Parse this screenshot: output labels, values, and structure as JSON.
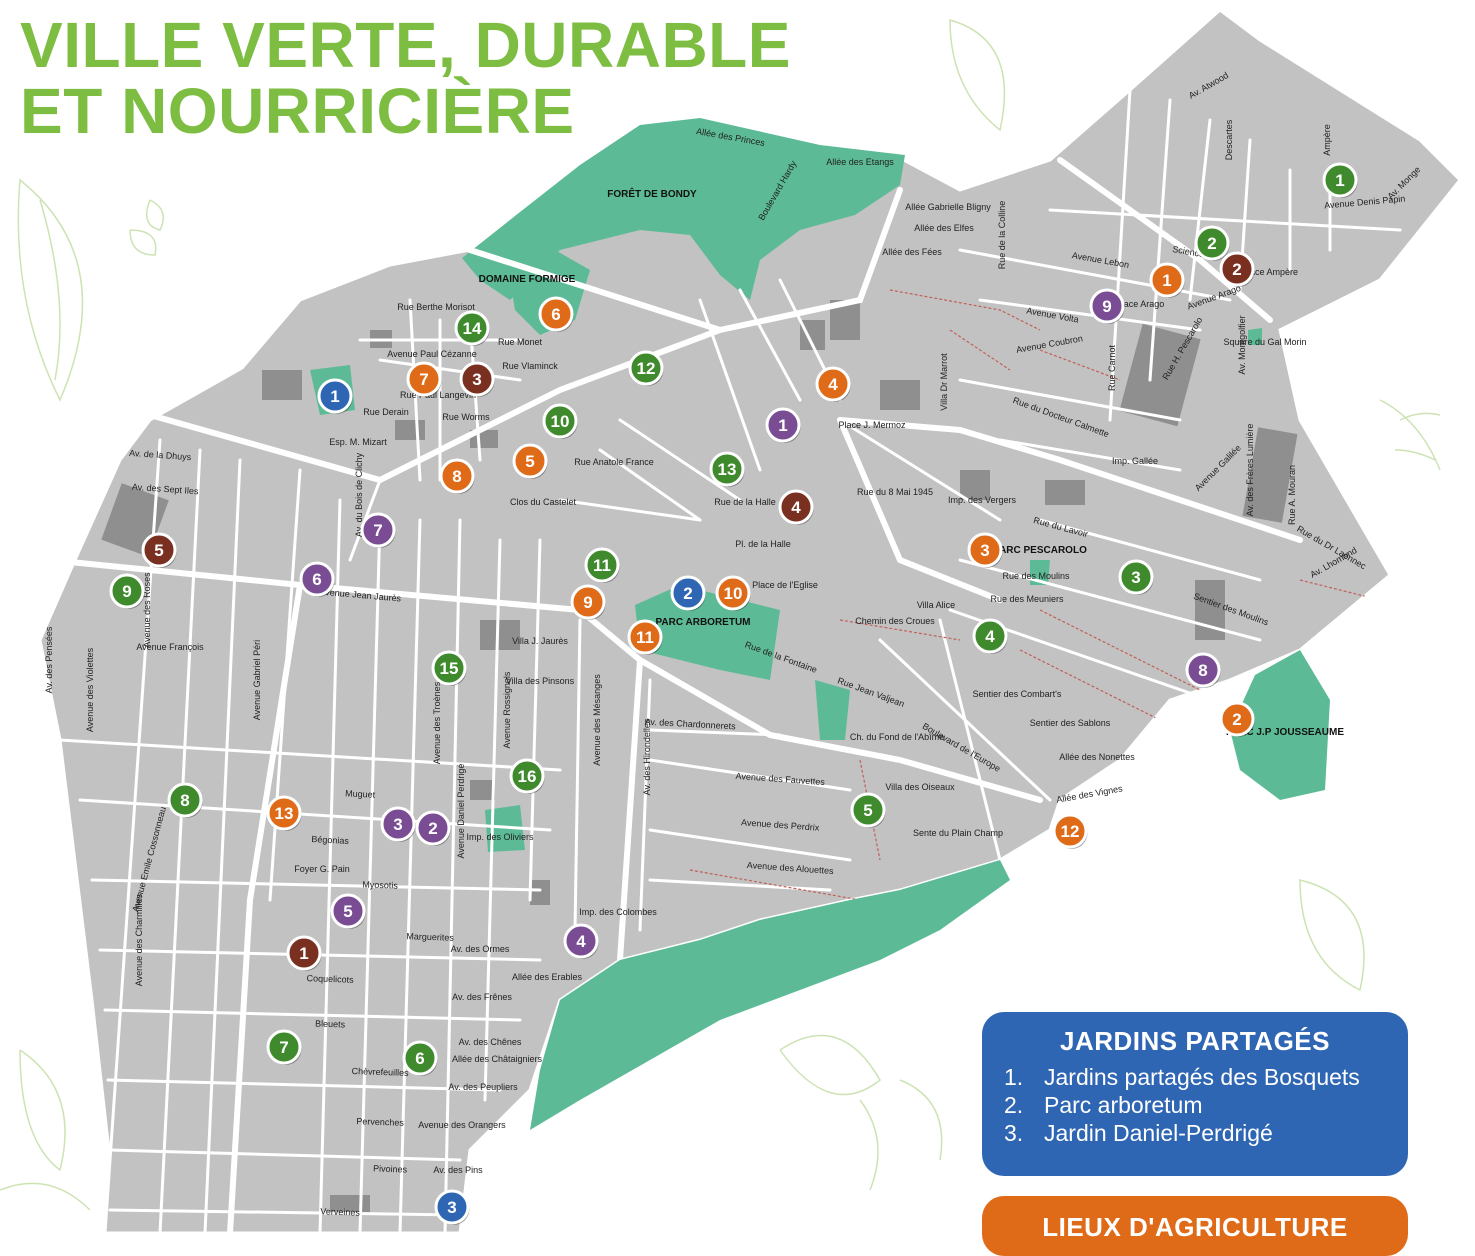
{
  "title": {
    "line1": "VILLE VERTE, DURABLE",
    "line2": "ET NOURRICIÈRE"
  },
  "colors": {
    "title": "#7cbd42",
    "map_land": "#c2c2c2",
    "park": "#5cbb96",
    "street": "#ffffff",
    "building": "#8f8f8f",
    "green_marker": "#3f8a2c",
    "orange_marker": "#df6a18",
    "brown_marker": "#7a3020",
    "purple_marker": "#7a4c94",
    "blue_marker": "#2f66b4",
    "legend_blue": "#2f66b4",
    "legend_orange": "#df6a18"
  },
  "parks": [
    {
      "id": "foret",
      "label": "FORÊT DE BONDY"
    },
    {
      "id": "formige",
      "label": "DOMAINE FORMIGE"
    },
    {
      "id": "arboretum",
      "label": "PARC ARBORETUM"
    },
    {
      "id": "pescarolo",
      "label": "PARC PESCAROLO"
    },
    {
      "id": "jousseaume",
      "label": "PARC J.P JOUSSEAUME"
    }
  ],
  "street_labels": [
    "Avenue Jean Jaurès",
    "Av. des Chardonnerets",
    "Avenue des Fauvettes",
    "Avenue des Perdrix",
    "Avenue des Alouettes",
    "Muguet",
    "Bégonias",
    "Myosotis",
    "Marguerites",
    "Coquelicots",
    "Bleuets",
    "Chèvrefeuilles",
    "Pervenches",
    "Pivoines",
    "Verveines",
    "Av. des Pensées",
    "Av. des Sept Iles",
    "Av. de la Dhuys",
    "Allée des Princes",
    "Boulevard Hardy",
    "Allée des Etangs",
    "Av. Atwood",
    "Descartes",
    "Av. Monge",
    "Ampère",
    "Avenue Denis Papin",
    "Sciences",
    "Avenue Arago",
    "Square du Gal Morin",
    "Rue du Docteur Calmette",
    "Rue du Lavoir",
    "Sentier des Moulins",
    "Rue Jean Valjean",
    "Boulevard de l'Europe",
    "Allée des Vignes",
    "Allée des Nonettes",
    "Villa des Oiseaux",
    "Imp. des Oliviers",
    "Imp. des Colombes",
    "Allée des Erables",
    "Avenue des Troènes",
    "Villa des Pinsons",
    "Villa J. Jaurès",
    "Rue Paul Langevin",
    "Rue Berthe Morisot",
    "Avenue Paul Cézanne",
    "Rue Monet",
    "Rue Vlaminck",
    "Rue Derain",
    "Rue Worms",
    "Esp. M. Mizart",
    "Av. du Bois de Clichy",
    "Rue Anatole France",
    "Clos du Castelet",
    "Rue de la Halle",
    "Pl. de la Halle",
    "Place de l'Eglise",
    "Place J. Mermoz",
    "Place Arago",
    "Place Ampère",
    "Imp. des Vergers",
    "Villa Alice",
    "Sentier des Sablons",
    "Sentier des Combart's",
    "Ch. du Fond de l'Abîme",
    "Sente du Plain Champ",
    "Av. des Chênes",
    "Allée des Châtaigniers",
    "Av. des Peupliers",
    "Avenue des Orangers",
    "Av. des Pins",
    "Av. des Ormes",
    "Av. des Frênes",
    "Foyer G. Pain",
    "Allée des Fées",
    "Allée des Elfes",
    "Allée Gabrielle Bligny",
    "Rue du 8 Mai 1945",
    "Villa Dr Marrot",
    "Av. des Frères Lumière",
    "Rue A. Mouran",
    "Av. Lhomond",
    "Rue du Dr Laënnec",
    "Imp. Gallée",
    "Avenue Galilée",
    "Rue H. Pescarolo",
    "Av. Montgolfier",
    "Avenue Volta",
    "Avenue Lebon",
    "Rue de la Colline",
    "Avenue Coubron",
    "Rue Carnot",
    "Avenue Gabriel Péri",
    "Avenue Emile Cossonneau",
    "Avenue des Charmilles",
    "Avenue des Violettes",
    "Avenue des Roses",
    "Avenue François",
    "Avenue Rossignols",
    "Avenue des Mésanges",
    "Av. des Hirondelles",
    "Avenue Daniel Perdrigé",
    "Rue des Moulins",
    "Rue des Meuniers",
    "Chemin des Croues",
    "Rue de la Fontaine"
  ],
  "markers": [
    {
      "n": "1",
      "c": "green"
    },
    {
      "n": "2",
      "c": "green"
    },
    {
      "n": "3",
      "c": "green"
    },
    {
      "n": "4",
      "c": "green"
    },
    {
      "n": "5",
      "c": "green"
    },
    {
      "n": "6",
      "c": "green"
    },
    {
      "n": "7",
      "c": "green"
    },
    {
      "n": "8",
      "c": "green"
    },
    {
      "n": "9",
      "c": "green"
    },
    {
      "n": "10",
      "c": "green"
    },
    {
      "n": "11",
      "c": "green"
    },
    {
      "n": "12",
      "c": "green"
    },
    {
      "n": "13",
      "c": "green"
    },
    {
      "n": "14",
      "c": "green"
    },
    {
      "n": "15",
      "c": "green"
    },
    {
      "n": "16",
      "c": "green"
    },
    {
      "n": "1",
      "c": "orange"
    },
    {
      "n": "2",
      "c": "orange"
    },
    {
      "n": "3",
      "c": "orange"
    },
    {
      "n": "4",
      "c": "orange"
    },
    {
      "n": "5",
      "c": "orange"
    },
    {
      "n": "6",
      "c": "orange"
    },
    {
      "n": "7",
      "c": "orange"
    },
    {
      "n": "8",
      "c": "orange"
    },
    {
      "n": "9",
      "c": "orange"
    },
    {
      "n": "10",
      "c": "orange"
    },
    {
      "n": "11",
      "c": "orange"
    },
    {
      "n": "12",
      "c": "orange"
    },
    {
      "n": "13",
      "c": "orange"
    },
    {
      "n": "1",
      "c": "brown"
    },
    {
      "n": "2",
      "c": "brown"
    },
    {
      "n": "3",
      "c": "brown"
    },
    {
      "n": "4",
      "c": "brown"
    },
    {
      "n": "5",
      "c": "brown"
    },
    {
      "n": "1",
      "c": "purple"
    },
    {
      "n": "2",
      "c": "purple"
    },
    {
      "n": "3",
      "c": "purple"
    },
    {
      "n": "4",
      "c": "purple"
    },
    {
      "n": "5",
      "c": "purple"
    },
    {
      "n": "6",
      "c": "purple"
    },
    {
      "n": "7",
      "c": "purple"
    },
    {
      "n": "8",
      "c": "purple"
    },
    {
      "n": "9",
      "c": "purple"
    },
    {
      "n": "1",
      "c": "blue"
    },
    {
      "n": "2",
      "c": "blue"
    },
    {
      "n": "3",
      "c": "blue"
    }
  ],
  "legend_jardins": {
    "title": "JARDINS PARTAGÉS",
    "items": [
      {
        "num": "1.",
        "label": "Jardins partagés des Bosquets"
      },
      {
        "num": "2.",
        "label": "Parc arboretum"
      },
      {
        "num": "3.",
        "label": "Jardin Daniel-Perdrigé"
      }
    ]
  },
  "legend_agriculture": {
    "title": "LIEUX D'AGRICULTURE"
  }
}
